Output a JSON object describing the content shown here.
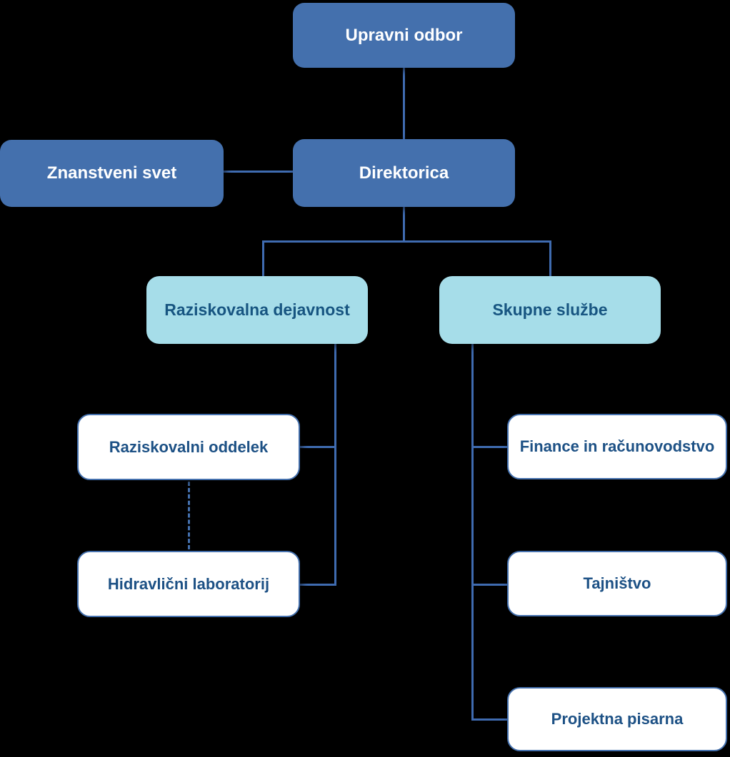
{
  "chart_type": "org-chart",
  "nodes": {
    "upravni_odbor": {
      "label": "Upravni odbor",
      "level": 1,
      "style": "primary"
    },
    "znanstveni_svet": {
      "label": "Znanstveni svet",
      "level": 2,
      "style": "primary"
    },
    "direktorica": {
      "label": "Direktorica",
      "level": 2,
      "style": "primary"
    },
    "raziskovalna_dejavnost": {
      "label": "Raziskovalna dejavnost",
      "level": 3,
      "style": "secondary"
    },
    "skupne_sluzbe": {
      "label": "Skupne službe",
      "level": 3,
      "style": "secondary"
    },
    "raziskovalni_oddelek": {
      "label": "Raziskovalni oddelek",
      "level": 4,
      "style": "leaf"
    },
    "hidravlicni_laboratorij": {
      "label": "Hidravlični laboratorij",
      "level": 4,
      "style": "leaf"
    },
    "finance_in_racunovodstvo": {
      "label": "Finance in računovodstvo",
      "level": 4,
      "style": "leaf"
    },
    "tajnistvo": {
      "label": "Tajništvo",
      "level": 4,
      "style": "leaf"
    },
    "projektna_pisarna": {
      "label": "Projektna pisarna",
      "level": 4,
      "style": "leaf"
    }
  },
  "edges": [
    {
      "from": "upravni_odbor",
      "to": "direktorica",
      "style": "solid"
    },
    {
      "from": "znanstveni_svet",
      "to": "direktorica",
      "style": "solid"
    },
    {
      "from": "direktorica",
      "to": "raziskovalna_dejavnost",
      "style": "solid"
    },
    {
      "from": "direktorica",
      "to": "skupne_sluzbe",
      "style": "solid"
    },
    {
      "from": "raziskovalna_dejavnost",
      "to": "raziskovalni_oddelek",
      "style": "solid"
    },
    {
      "from": "raziskovalna_dejavnost",
      "to": "hidravlicni_laboratorij",
      "style": "solid"
    },
    {
      "from": "raziskovalni_oddelek",
      "to": "hidravlicni_laboratorij",
      "style": "dashed"
    },
    {
      "from": "skupne_sluzbe",
      "to": "finance_in_racunovodstvo",
      "style": "solid"
    },
    {
      "from": "skupne_sluzbe",
      "to": "tajnistvo",
      "style": "solid"
    },
    {
      "from": "skupne_sluzbe",
      "to": "projektna_pisarna",
      "style": "solid"
    }
  ],
  "colors": {
    "background": "#000000",
    "primary_fill": "#4470ad",
    "primary_text": "#ffffff",
    "secondary_fill": "#a6dde9",
    "secondary_text": "#175581",
    "leaf_fill": "#ffffff",
    "leaf_border": "#4470ad",
    "leaf_text": "#1d5185",
    "connector": "#3f6bb0"
  }
}
